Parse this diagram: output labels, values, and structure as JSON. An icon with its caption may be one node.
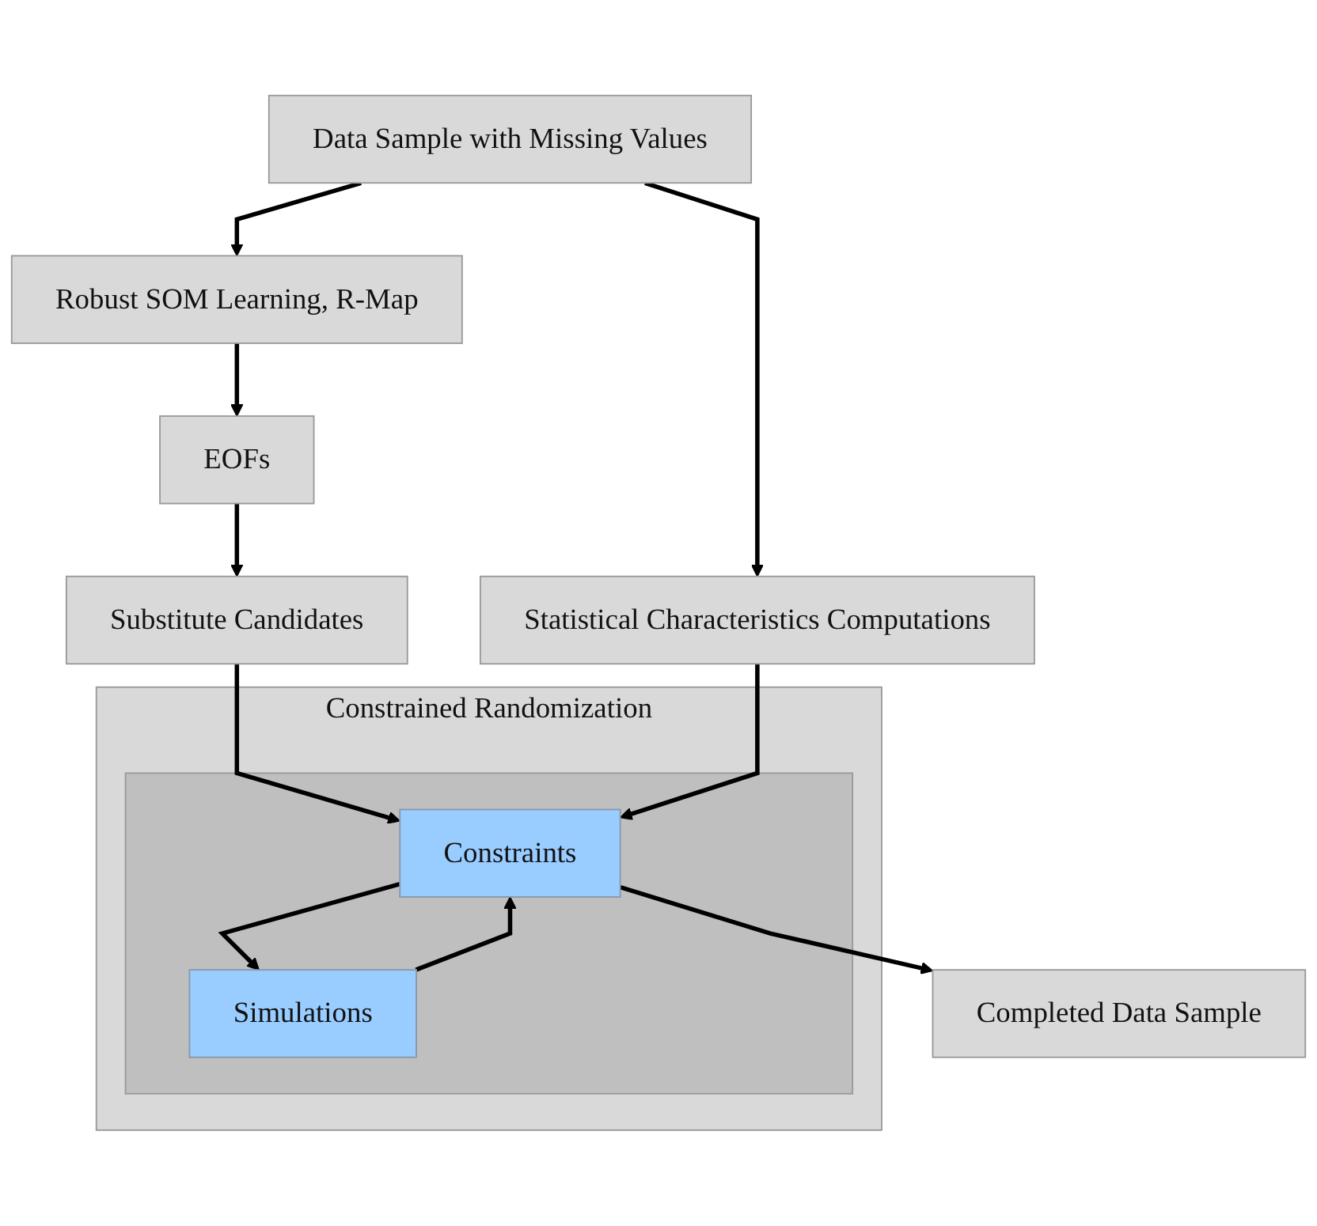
{
  "diagram": {
    "nodes": [
      {
        "text": [
          "Data Sample with Missing Values"
        ]
      },
      {
        "text": [
          "Robust SOM Learning, R-Map"
        ]
      },
      {
        "text": [
          "Statistical Characteristics Computations"
        ]
      },
      {
        "text": [
          "EOFs"
        ]
      },
      {
        "text": [
          "Substitute Candidates"
        ]
      },
      {
        "text": [
          "Constrained Randomization"
        ]
      },
      {
        "text": [],
        "shape": "box",
        "in": 5
      },
      {
        "text": [
          "Constraints"
        ],
        "in": 6
      },
      {
        "text": [
          "Simulations"
        ],
        "in": 6
      },
      {
        "text": [
          "Completed Data Sample"
        ]
      }
    ],
    "edges": [
      {
        "from": 0,
        "to": 1,
        "arrow": "to"
      },
      {
        "from": 0,
        "to": 2,
        "arrow": "to"
      },
      {
        "from": 1,
        "to": 3,
        "arrow": "to"
      },
      {
        "from": 3,
        "to": 4,
        "arrow": "to"
      },
      {
        "from": 4,
        "to": 7,
        "arrow": "to"
      },
      {
        "from": 2,
        "to": 7,
        "arrow": "to"
      },
      {
        "from": 7,
        "to": 9,
        "arrow": "to"
      },
      {
        "from": 7,
        "to": 8,
        "arrow": "to"
      },
      {
        "from": 8,
        "to": 7,
        "arrow": "to"
      }
    ]
  }
}
